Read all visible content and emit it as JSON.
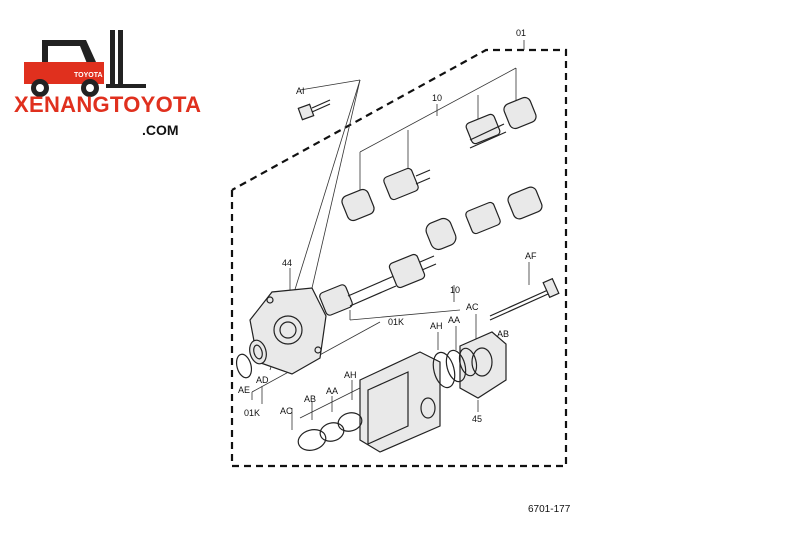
{
  "brand": {
    "name": "XENANGTOYOTA",
    "domain": ".COM",
    "badge": "TOYOTA",
    "accent": "#e0301e"
  },
  "diagram": {
    "callouts": {
      "c01": "01",
      "c10_top": "10",
      "c10_mid": "10",
      "cAI": "AI",
      "c44": "44",
      "cAF": "AF",
      "cAC_r": "AC",
      "cAH_r": "AH",
      "cAA_r": "AA",
      "cAB_r": "AB",
      "c01K_mid": "01K",
      "cAE": "AE",
      "cAD": "AD",
      "c01K_l": "01K",
      "cAC_l": "AC",
      "cAB_l": "AB",
      "cAA_l": "AA",
      "cAH_l": "AH",
      "c45": "45"
    },
    "figure_code": "6701-177"
  }
}
